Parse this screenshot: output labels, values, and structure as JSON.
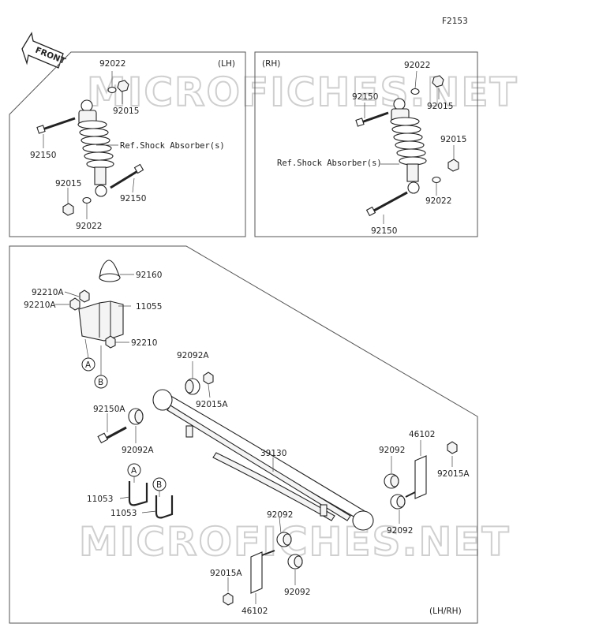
{
  "figure_code": "F2153",
  "front_arrow_label": "FRONT",
  "watermark": "MICROFICHES.NET",
  "lh_panel": {
    "title": "(LH)",
    "ref_label": "Ref.Shock Absorber(s)",
    "callouts": {
      "washer_top": "92022",
      "nut_top": "92015",
      "bolt_top": "92150",
      "nut_bottom": "92015",
      "washer_bottom": "92022",
      "bolt_bottom": "92150"
    }
  },
  "rh_panel": {
    "title": "(RH)",
    "ref_label": "Ref.Shock Absorber(s)",
    "callouts": {
      "washer_top": "92022",
      "bolt_top": "92150",
      "nut_top": "92015",
      "nut_bottom": "92015",
      "washer_bottom": "92022",
      "bolt_bottom": "92150"
    }
  },
  "spring_panel": {
    "corner_label": "(LH/RH)",
    "callouts": {
      "bump_stop": "92160",
      "nut_a1": "92210A",
      "nut_a2": "92210A",
      "bracket": "11055",
      "nut": "92210",
      "bushing_front_right": "92092A",
      "nut_front": "92015A",
      "bolt_front": "92150A",
      "bushing_front_left": "92092A",
      "leaf_spring": "39130",
      "shackle_right": "46102",
      "bushing_rear_upper": "92092",
      "nut_rear_right": "92015A",
      "u_bolt_a": "11053",
      "u_bolt_b": "11053",
      "bushing_rear_lower": "92092",
      "bushing_mid_upper": "92092",
      "nut_rear_left": "92015A",
      "bushing_mid_lower": "92092",
      "shackle_left": "46102"
    },
    "circle_refs": {
      "a": "A",
      "b": "B"
    }
  }
}
